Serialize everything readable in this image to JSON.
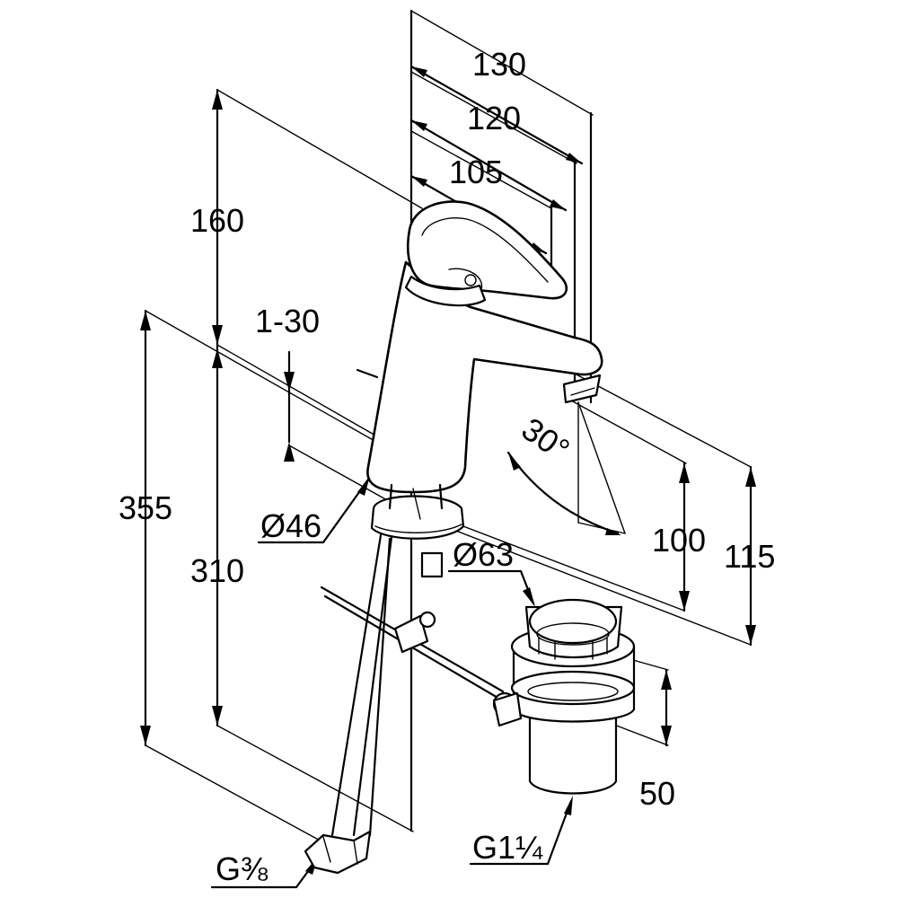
{
  "dimensions": {
    "width_130": "130",
    "width_120": "120",
    "width_105": "105",
    "height_160": "160",
    "range_1_30": "1-30",
    "height_355": "355",
    "height_310": "310",
    "diameter_46": "Ø46",
    "diameter_63": "Ø63",
    "angle_30": "30°",
    "height_100": "100",
    "height_115": "115",
    "height_50": "50"
  },
  "threads": {
    "supply_hose": "G⅜",
    "waste": "G1¼"
  }
}
